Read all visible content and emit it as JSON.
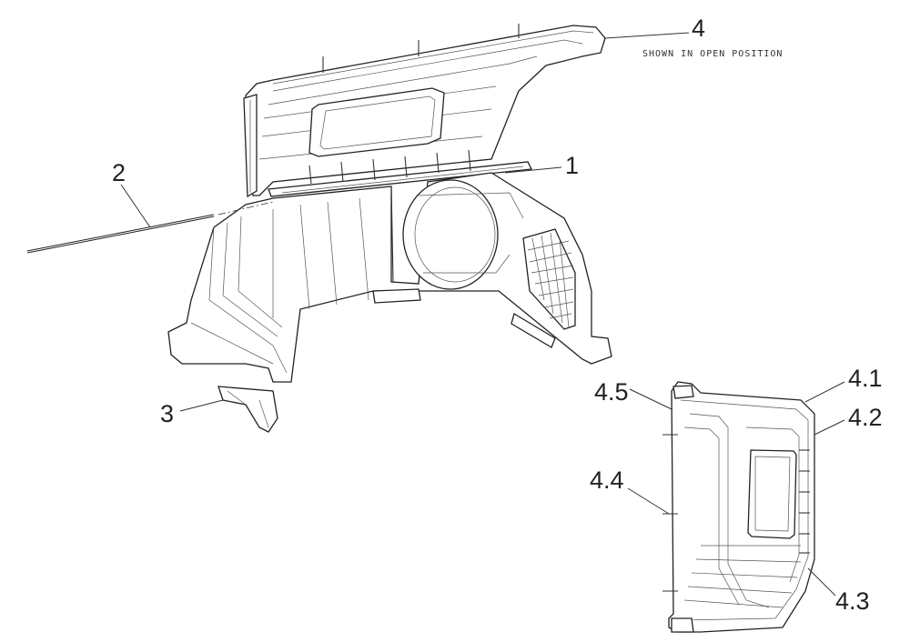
{
  "callouts": {
    "c1": "1",
    "c2": "2",
    "c3": "3",
    "c4": "4",
    "c41": "4.1",
    "c42": "4.2",
    "c43": "4.3",
    "c44": "4.4",
    "c45": "4.5"
  },
  "note": "SHOWN IN OPEN POSITION"
}
